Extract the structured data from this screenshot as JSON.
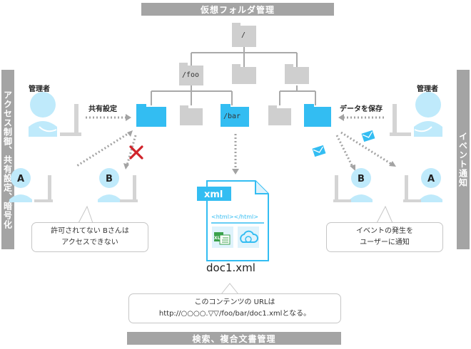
{
  "title_top": "仮想フォルダ管理",
  "title_bottom": "検索、複合文書管理",
  "side_left": "アクセス制御、共有設定、暗号化",
  "side_right": "イベント通知",
  "folders": {
    "root": "/",
    "foo": "/foo",
    "bar": "/bar"
  },
  "left": {
    "admin_label": "管理者",
    "share_label": "共有設定",
    "user_a": "A",
    "user_b": "B",
    "bubble_line1": "許可されてない Bさんは",
    "bubble_line2": "アクセスできない"
  },
  "right": {
    "admin_label": "管理者",
    "save_label": "データを保存",
    "user_a": "A",
    "user_b": "B",
    "bubble_line1": "イベントの発生を",
    "bubble_line2": "ユーザーに通知"
  },
  "doc": {
    "tag": "xml",
    "html_tag": "<html></html>",
    "xls_label": "XLS",
    "filename": "doc1.xml"
  },
  "bottom_bubble": {
    "line1": "このコンテンツの URLは",
    "line2": "http://○○○○.▽▽/foo/bar/doc1.xmlとなる。"
  },
  "colors": {
    "band": "#a4a4a4",
    "folder_gray": "#cfcfcf",
    "folder_blue": "#33bdf2",
    "person": "#bfeafb",
    "tree_line": "#a9a9a9"
  }
}
